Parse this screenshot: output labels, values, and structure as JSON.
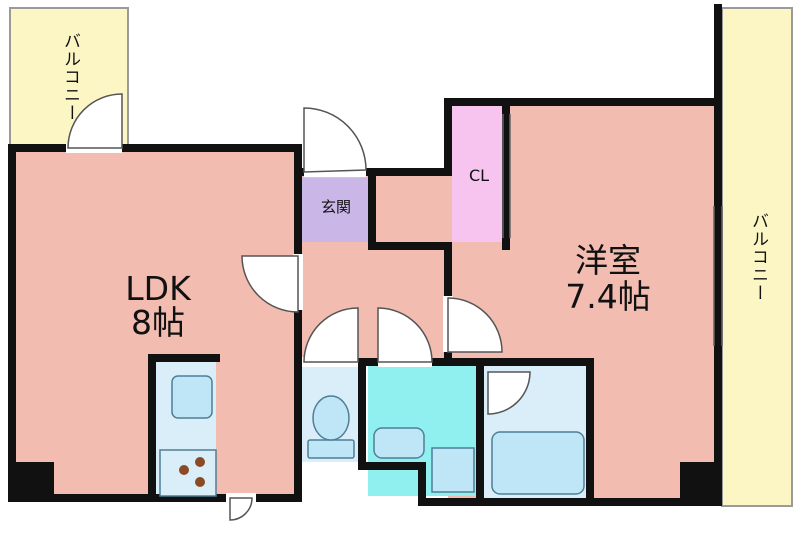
{
  "rooms": {
    "ldk": {
      "name": "LDK",
      "size": "8帖"
    },
    "western": {
      "name": "洋室",
      "size": "7.4帖"
    },
    "entrance": {
      "name": "玄関"
    },
    "closet": {
      "name": "CL"
    },
    "balcony_left": {
      "name": "バルコニー"
    },
    "balcony_right": {
      "name": "バルコニー"
    }
  },
  "colors": {
    "room_fill": "#f2bcb1",
    "balcony_fill": "#fbf6c4",
    "entrance_fill": "#cbb6e8",
    "closet_fill": "#f6c4ef",
    "washroom_fill": "#8ff0ef",
    "bath_fill": "#d9eef9",
    "fixture_fill": "#bfe6f6",
    "wall": "#111111"
  }
}
